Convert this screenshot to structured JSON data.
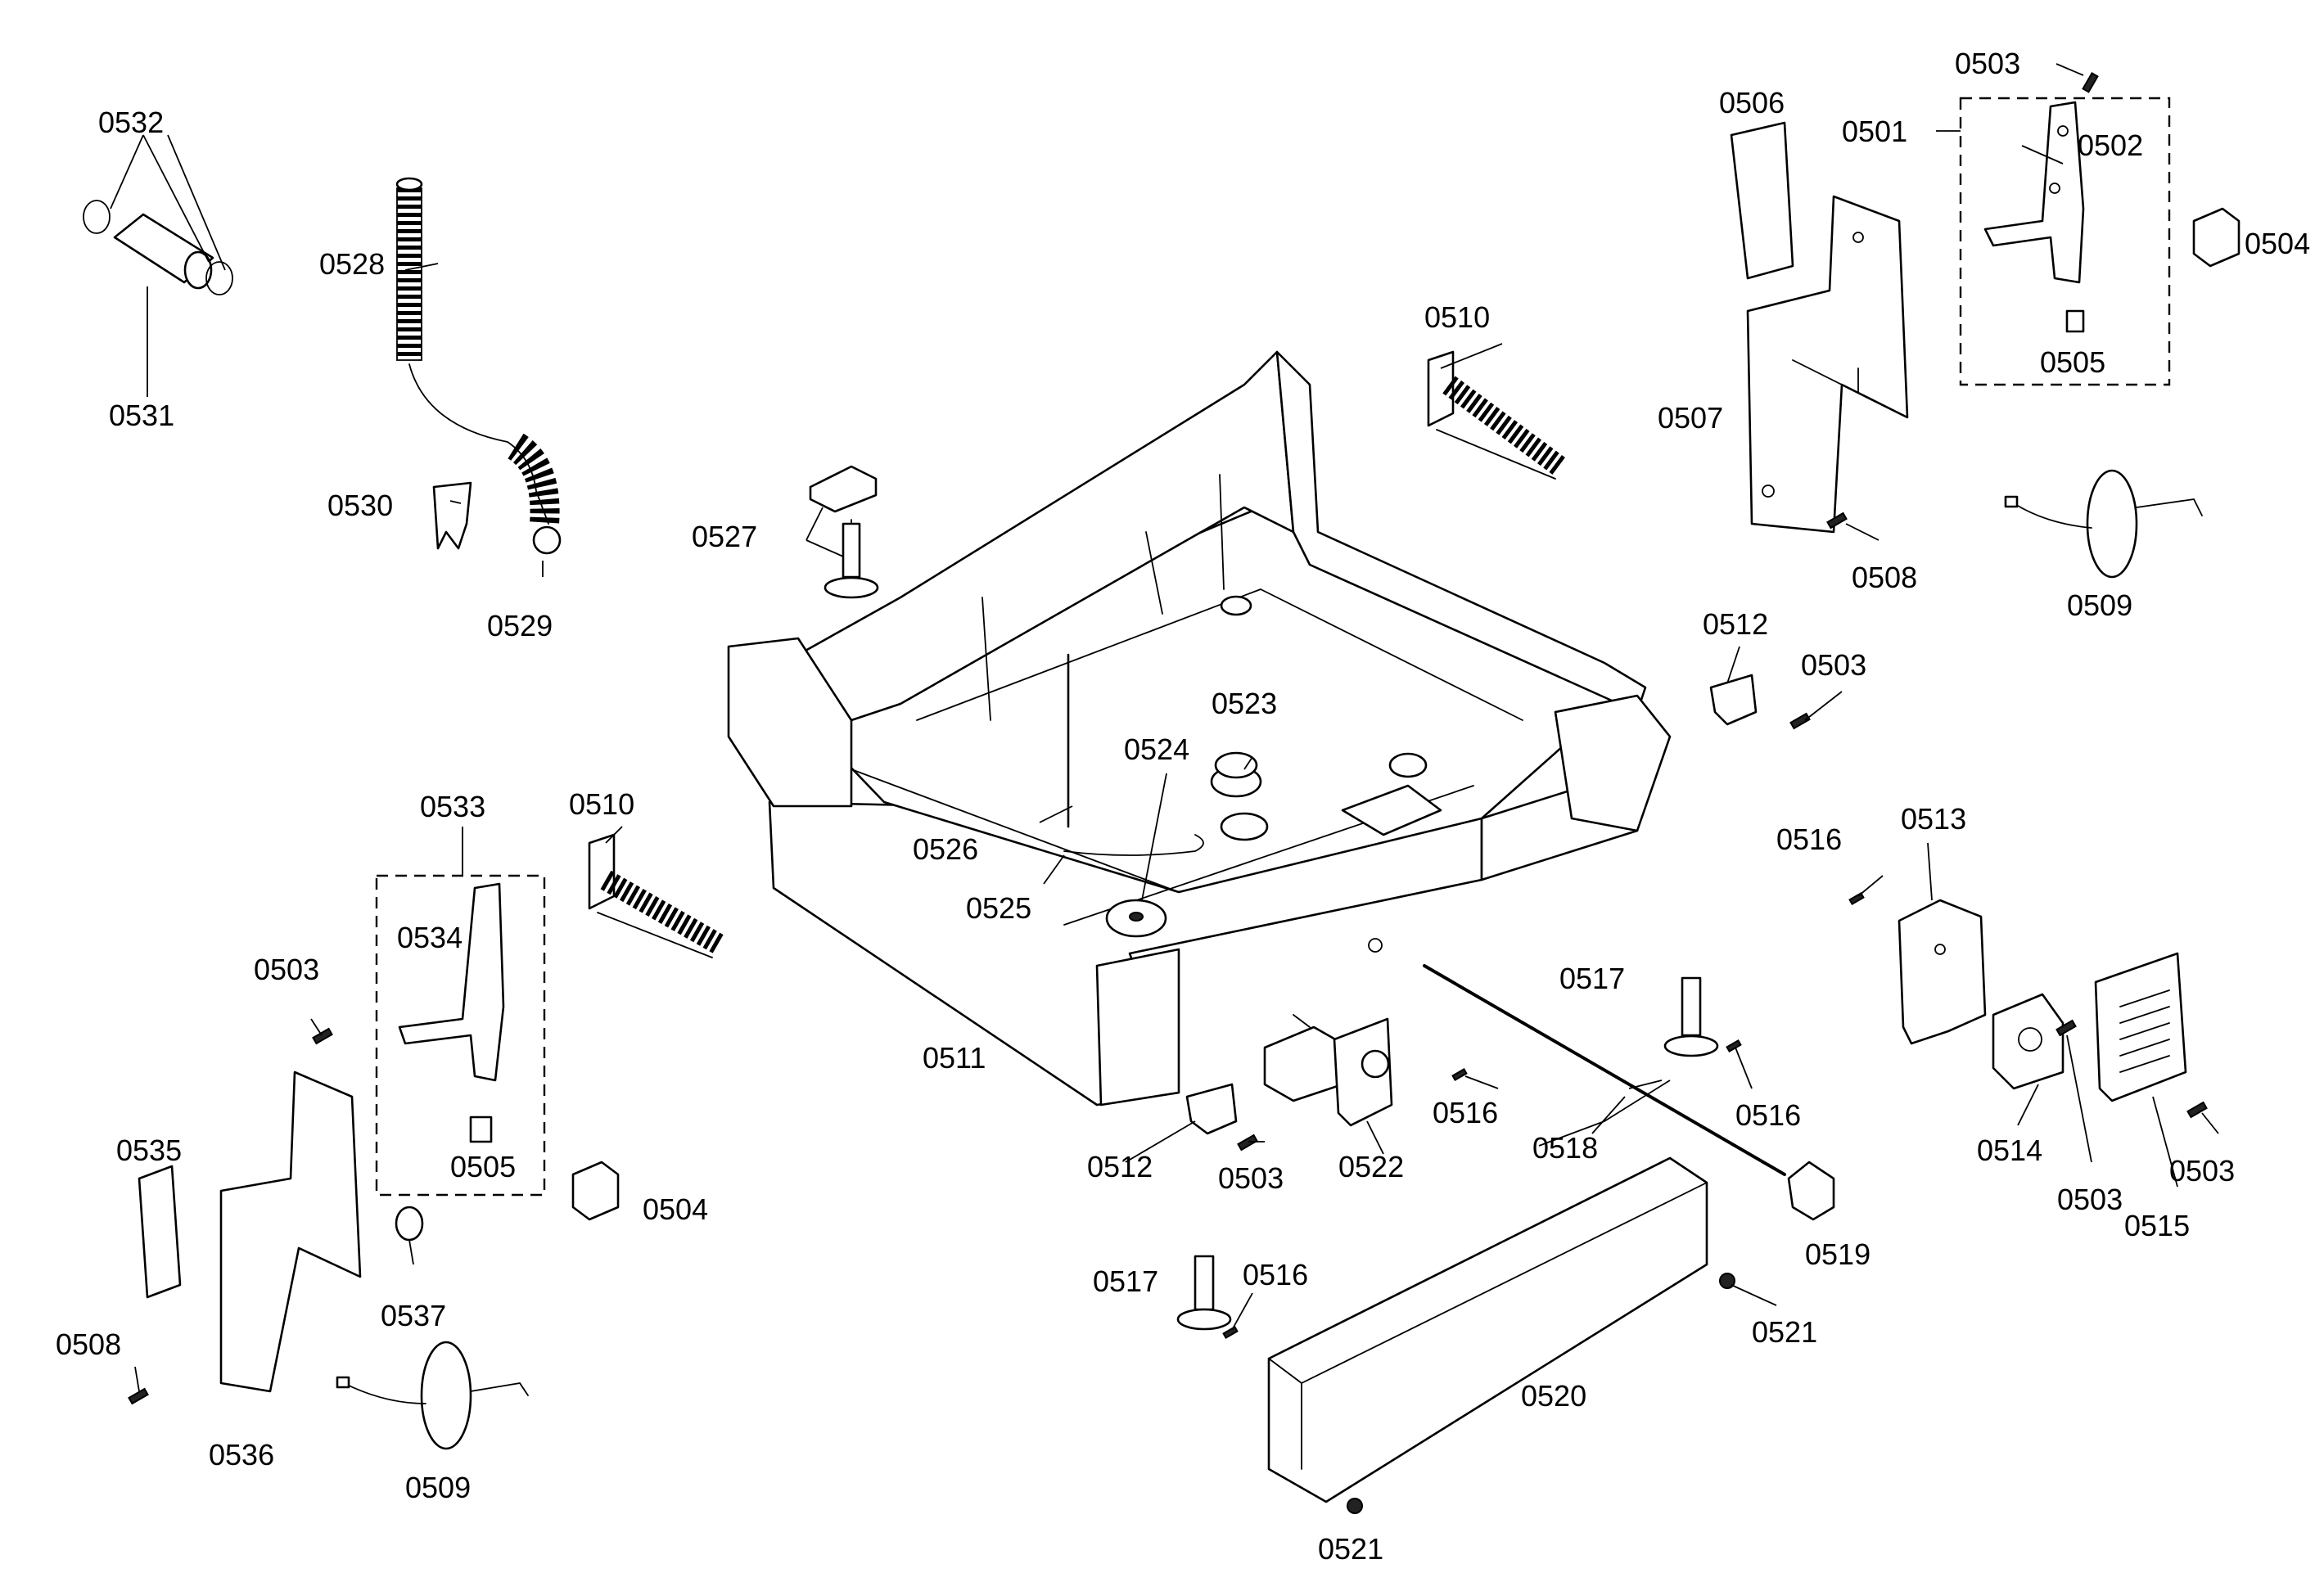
{
  "labels": {
    "l0501": "0501",
    "l0502": "0502",
    "l0503a": "0503",
    "l0503b": "0503",
    "l0503c": "0503",
    "l0503d": "0503",
    "l0503e": "0503",
    "l0503f": "0503",
    "l0504a": "0504",
    "l0504b": "0504",
    "l0505a": "0505",
    "l0505b": "0505",
    "l0506": "0506",
    "l0507": "0507",
    "l0508a": "0508",
    "l0508b": "0508",
    "l0509a": "0509",
    "l0509b": "0509",
    "l0510a": "0510",
    "l0510b": "0510",
    "l0511": "0511",
    "l0512a": "0512",
    "l0512b": "0512",
    "l0513": "0513",
    "l0514": "0514",
    "l0515": "0515",
    "l0516a": "0516",
    "l0516b": "0516",
    "l0516c": "0516",
    "l0516d": "0516",
    "l0517a": "0517",
    "l0517b": "0517",
    "l0518": "0518",
    "l0519": "0519",
    "l0520": "0520",
    "l0521a": "0521",
    "l0521b": "0521",
    "l0522": "0522",
    "l0523": "0523",
    "l0524": "0524",
    "l0525": "0525",
    "l0526": "0526",
    "l0527": "0527",
    "l0528": "0528",
    "l0529": "0529",
    "l0530": "0530",
    "l0531": "0531",
    "l0532": "0532",
    "l0533": "0533",
    "l0534": "0534",
    "l0535": "0535",
    "l0536": "0536",
    "l0537": "0537"
  }
}
